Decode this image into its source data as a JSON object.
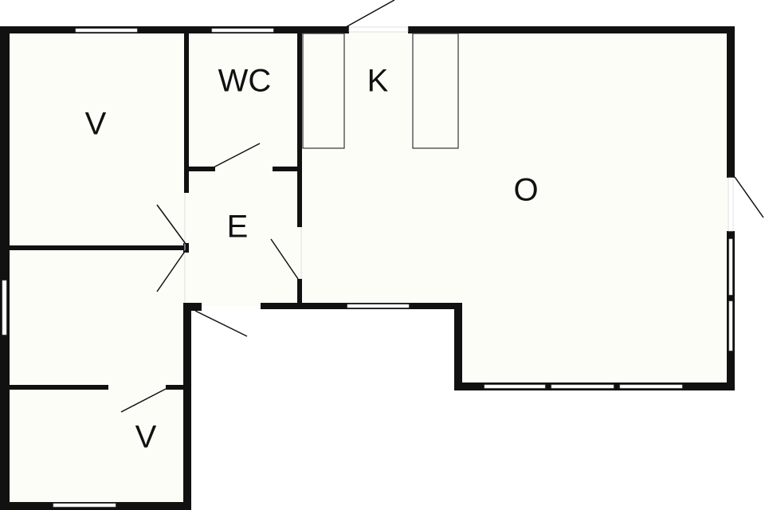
{
  "rooms": {
    "bedroom_top": "V",
    "wc": "WC",
    "kitchen": "K",
    "entry": "E",
    "living": "O",
    "bedroom_bottom": "V"
  },
  "colors": {
    "wall": "#111111",
    "floor": "#fdfdf8",
    "background": "#ffffff"
  }
}
